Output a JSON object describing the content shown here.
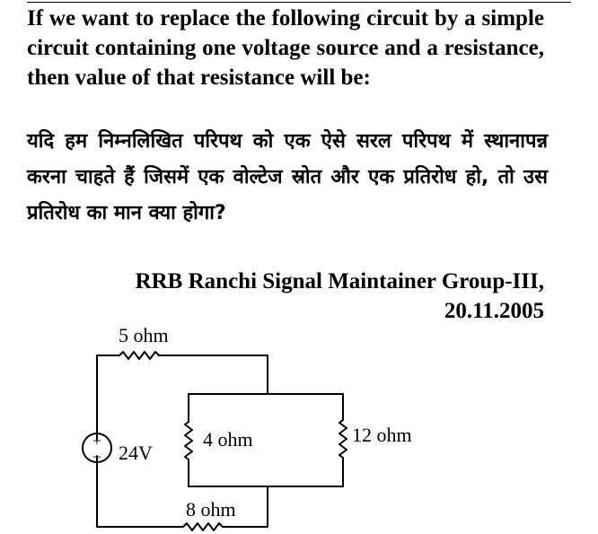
{
  "question": {
    "english": "If we want to replace the following circuit by a simple circuit containing one voltage source and a resistance, then value of that resistance will be:",
    "hindi": "यदि हम निम्नलिखित परिपथ को एक ऐसे सरल परिपथ में स्थानापन्न करना चाहते हैं जिसमें एक वोल्टेज स्रोत और एक प्रतिरोध हो, तो उस प्रतिरोध का मान क्या होगा?"
  },
  "source": {
    "exam": "RRB Ranchi Signal Maintainer Group-III,",
    "date": "20.11.2005"
  },
  "circuit": {
    "r_top": "5 ohm",
    "r_left": "4 ohm",
    "r_right": "12 ohm",
    "r_bottom": "8 ohm",
    "source_voltage": "24V",
    "source_plus": "+",
    "source_minus": "−"
  }
}
